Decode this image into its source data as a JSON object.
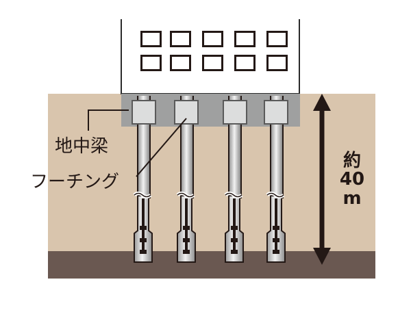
{
  "diagram": {
    "type": "pile-foundation-cross-section",
    "labels": {
      "ground_beam": "地中梁",
      "footing": "フーチング",
      "depth_prefix": "約",
      "depth_value": "40",
      "depth_unit": "m"
    },
    "components": {
      "building": {
        "window_rows": 2,
        "window_cols": 5
      },
      "piles": {
        "count": 4
      },
      "depth_arrow": "double-headed-vertical"
    },
    "colors": {
      "ground": "#d9c5ad",
      "bedrock": "#6a5851",
      "beam": "#9fa0a0",
      "footing": "#dcdddd",
      "outline": "#231815",
      "building": "#ffffff"
    }
  }
}
